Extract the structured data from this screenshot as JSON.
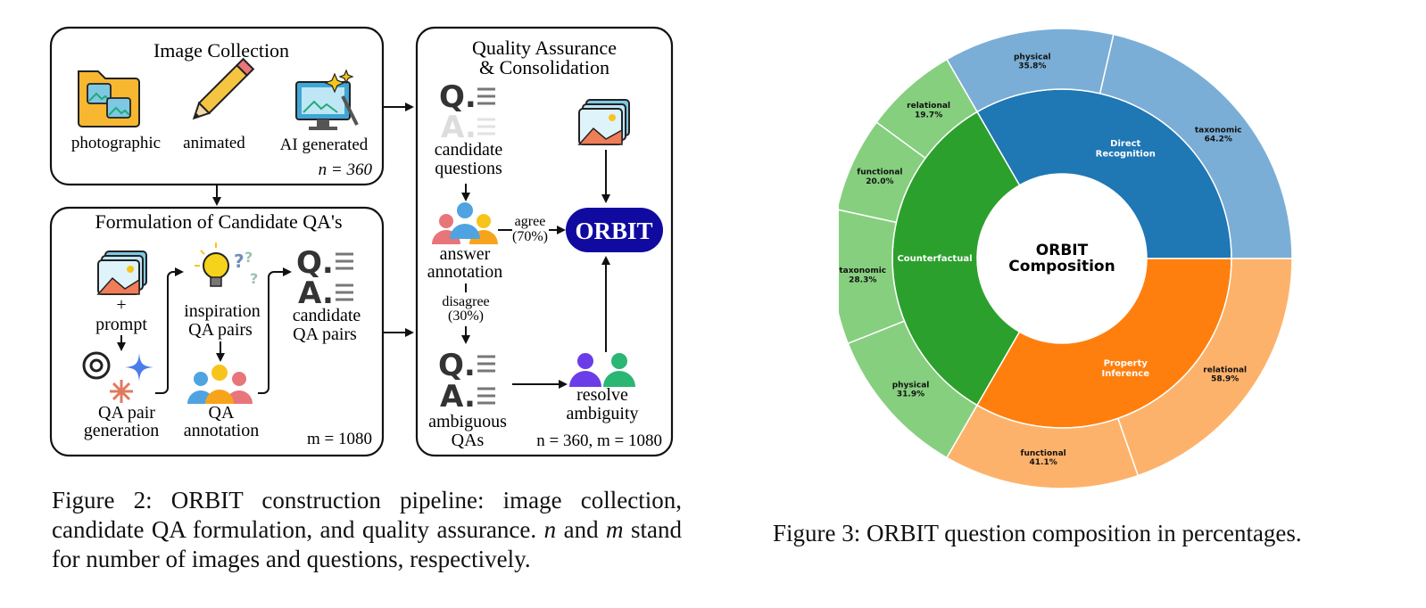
{
  "figure2": {
    "image_collection": {
      "title": "Image Collection",
      "sources": [
        "photographic",
        "animated",
        "AI generated"
      ],
      "count_label": "n = 360"
    },
    "formulation": {
      "title": "Formulation of Candidate QA's",
      "prompt_plus": "+",
      "prompt_label": "prompt",
      "generation_label": [
        "QA pair",
        "generation"
      ],
      "inspiration_label": [
        "inspiration",
        "QA pairs"
      ],
      "annotation_label": [
        "QA",
        "annotation"
      ],
      "candidate_label": [
        "candidate",
        "QA pairs"
      ],
      "count_label": "m = 1080"
    },
    "quality_assurance": {
      "title": [
        "Quality Assurance",
        "& Consolidation"
      ],
      "candidate_questions_label": [
        "candidate",
        "questions"
      ],
      "answer_annotation_label": [
        "answer",
        "annotation"
      ],
      "agree_label": [
        "agree",
        "(70%)"
      ],
      "disagree_label": [
        "disagree",
        "(30%)"
      ],
      "ambiguous_label": [
        "ambiguous",
        "QAs"
      ],
      "resolve_label": [
        "resolve",
        "ambiguity"
      ],
      "orbit_badge": "ORBIT",
      "count_label": "n = 360, m = 1080"
    },
    "caption": {
      "intro": "Figure 2: ORBIT construction pipeline: image collection, candidate QA formulation, and quality assurance. ",
      "n": "n",
      "and": " and ",
      "m": "m",
      "rest": " stand for number of images and questions, respectively."
    }
  },
  "chart_data": {
    "type": "sunburst",
    "center_label": [
      "ORBIT",
      "Composition"
    ],
    "inner": [
      {
        "name": "Direct Recognition",
        "label": [
          "Direct",
          "Recognition"
        ],
        "value": 33.33,
        "color": "#1f77b4"
      },
      {
        "name": "Counterfactual",
        "label": [
          "Counterfactual"
        ],
        "value": 33.33,
        "color": "#2ca02c"
      },
      {
        "name": "Property Inference",
        "label": [
          "Property",
          "Inference"
        ],
        "value": 33.33,
        "color": "#ff7f0e"
      }
    ],
    "outer": [
      {
        "parent": "Direct Recognition",
        "name": "taxonomic",
        "pct": "64.2%",
        "value": 64.2,
        "color": "#7aaed6"
      },
      {
        "parent": "Counterfactual",
        "name": "relational",
        "pct": "19.7%",
        "value": 19.7,
        "color": "#86cf7f"
      },
      {
        "parent": "Counterfactual",
        "name": "functional",
        "pct": "20.0%",
        "value": 20.0,
        "color": "#86cf7f"
      },
      {
        "parent": "Counterfactual",
        "name": "taxonomic",
        "pct": "28.3%",
        "value": 28.3,
        "color": "#86cf7f"
      },
      {
        "parent": "Counterfactual",
        "name": "physical",
        "pct": "31.9%",
        "value": 31.9,
        "color": "#86cf7f"
      },
      {
        "parent": "Property Inference",
        "name": "functional",
        "pct": "41.1%",
        "value": 41.1,
        "color": "#fdb26b"
      },
      {
        "parent": "Property Inference",
        "name": "relational",
        "pct": "58.9%",
        "value": 58.9,
        "color": "#fdb26b"
      },
      {
        "parent": "Direct Recognition",
        "name": "physical",
        "pct": "35.8%",
        "value": 35.8,
        "color": "#7aaed6"
      }
    ]
  },
  "figure3": {
    "caption": "Figure 3: ORBIT question composition in percentages."
  }
}
